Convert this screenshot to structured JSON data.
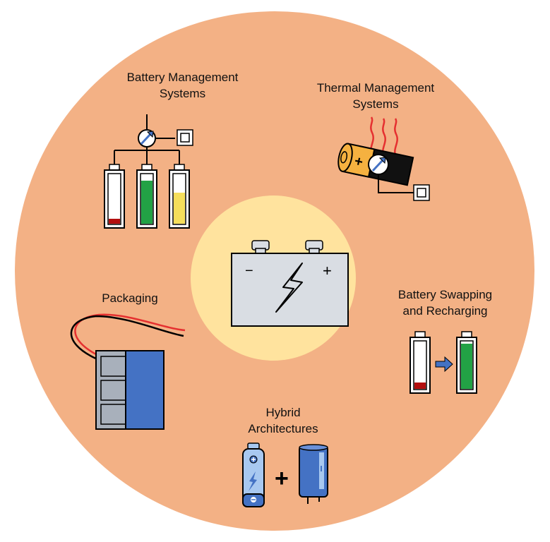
{
  "colors": {
    "outer_circle": "#F3B185",
    "center_circle": "#FFE39E",
    "battery_body": "#D9DDE3",
    "red_level": "#B30F0F",
    "green_level": "#22A245",
    "yellow_level": "#F5DE5B",
    "accent_blue": "#4472C4",
    "wire_red": "#E53030",
    "cell_orange": "#F5B140"
  },
  "center": {
    "icon": "car-battery-lightning-icon",
    "minus": "−",
    "plus": "+"
  },
  "sections": [
    {
      "id": "bms",
      "lines": [
        "Battery Management",
        "Systems"
      ],
      "icon": "battery-management-icon"
    },
    {
      "id": "tms",
      "lines": [
        "Thermal Management",
        "Systems"
      ],
      "icon": "thermal-management-icon"
    },
    {
      "id": "packaging",
      "lines": [
        "Packaging"
      ],
      "icon": "battery-pack-icon"
    },
    {
      "id": "swap",
      "lines": [
        "Battery Swapping",
        "and Recharging"
      ],
      "icon": "battery-swap-icon"
    },
    {
      "id": "hybrid",
      "lines": [
        "Hybrid",
        "Architectures"
      ],
      "icon": "battery-capacitor-icon"
    }
  ],
  "hybrid_plus": "+",
  "cell_plus": "+"
}
